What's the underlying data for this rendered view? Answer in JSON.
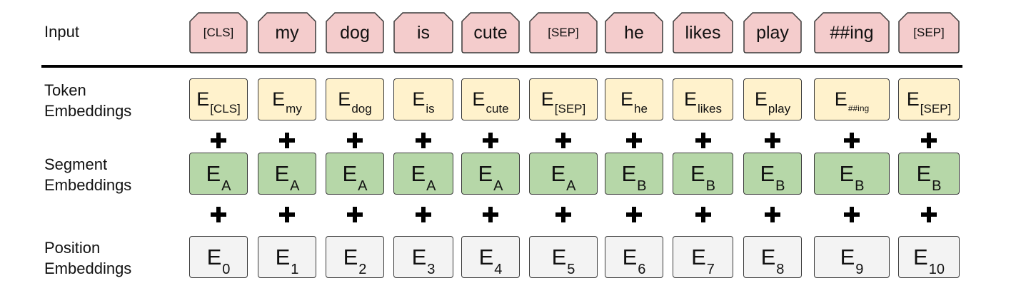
{
  "labels": {
    "input": "Input",
    "token": "Token\nEmbeddings",
    "segment": "Segment\nEmbeddings",
    "position": "Position\nEmbeddings"
  },
  "colors": {
    "input_fill": "#f4cccc",
    "token_fill": "#fff2cc",
    "segment_fill": "#b6d7a8",
    "position_fill": "#f3f3f3"
  },
  "tokens": [
    "[CLS]",
    "my",
    "dog",
    "is",
    "cute",
    "[SEP]",
    "he",
    "likes",
    "play",
    "##ing",
    "[SEP]"
  ],
  "token_embeddings": [
    {
      "base": "E",
      "sub": "[CLS]"
    },
    {
      "base": "E",
      "sub": "my"
    },
    {
      "base": "E",
      "sub": "dog"
    },
    {
      "base": "E",
      "sub": "is"
    },
    {
      "base": "E",
      "sub": "cute"
    },
    {
      "base": "E",
      "sub": "[SEP]"
    },
    {
      "base": "E",
      "sub": "he"
    },
    {
      "base": "E",
      "sub": "likes"
    },
    {
      "base": "E",
      "sub": "play"
    },
    {
      "base": "E",
      "sub": "##ing"
    },
    {
      "base": "E",
      "sub": "[SEP]"
    }
  ],
  "segment_embeddings": [
    {
      "base": "E",
      "sub": "A"
    },
    {
      "base": "E",
      "sub": "A"
    },
    {
      "base": "E",
      "sub": "A"
    },
    {
      "base": "E",
      "sub": "A"
    },
    {
      "base": "E",
      "sub": "A"
    },
    {
      "base": "E",
      "sub": "A"
    },
    {
      "base": "E",
      "sub": "B"
    },
    {
      "base": "E",
      "sub": "B"
    },
    {
      "base": "E",
      "sub": "B"
    },
    {
      "base": "E",
      "sub": "B"
    },
    {
      "base": "E",
      "sub": "B"
    }
  ],
  "position_embeddings": [
    {
      "base": "E",
      "sub": "0"
    },
    {
      "base": "E",
      "sub": "1"
    },
    {
      "base": "E",
      "sub": "2"
    },
    {
      "base": "E",
      "sub": "3"
    },
    {
      "base": "E",
      "sub": "4"
    },
    {
      "base": "E",
      "sub": "5"
    },
    {
      "base": "E",
      "sub": "6"
    },
    {
      "base": "E",
      "sub": "7"
    },
    {
      "base": "E",
      "sub": "8"
    },
    {
      "base": "E",
      "sub": "9"
    },
    {
      "base": "E",
      "sub": "10"
    }
  ]
}
